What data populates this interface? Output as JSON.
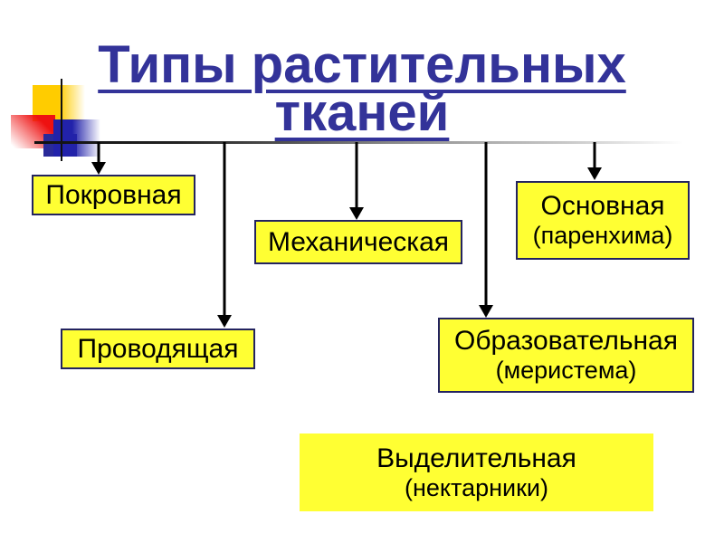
{
  "title": {
    "line1": "Типы растительных",
    "line2": "тканей"
  },
  "boxes": [
    {
      "name": "Покровная"
    },
    {
      "name": "Механическая"
    },
    {
      "name": "Основная",
      "sub": "(паренхима)"
    },
    {
      "name": "Проводящая"
    },
    {
      "name": "Образовательная",
      "sub": "(меристема)"
    },
    {
      "name": "Выделительная",
      "sub": "(нектарники)"
    }
  ],
  "colors": {
    "title_text": "#333399",
    "box_fill": "#ffff33",
    "box_border": "#23235f",
    "arrow": "#000000",
    "decor_yellow": "#ffcc00",
    "decor_red": "#ee1111",
    "decor_blue": "#2222aa",
    "connector_line_start": "#111111",
    "connector_line_end": "#cccccc"
  }
}
